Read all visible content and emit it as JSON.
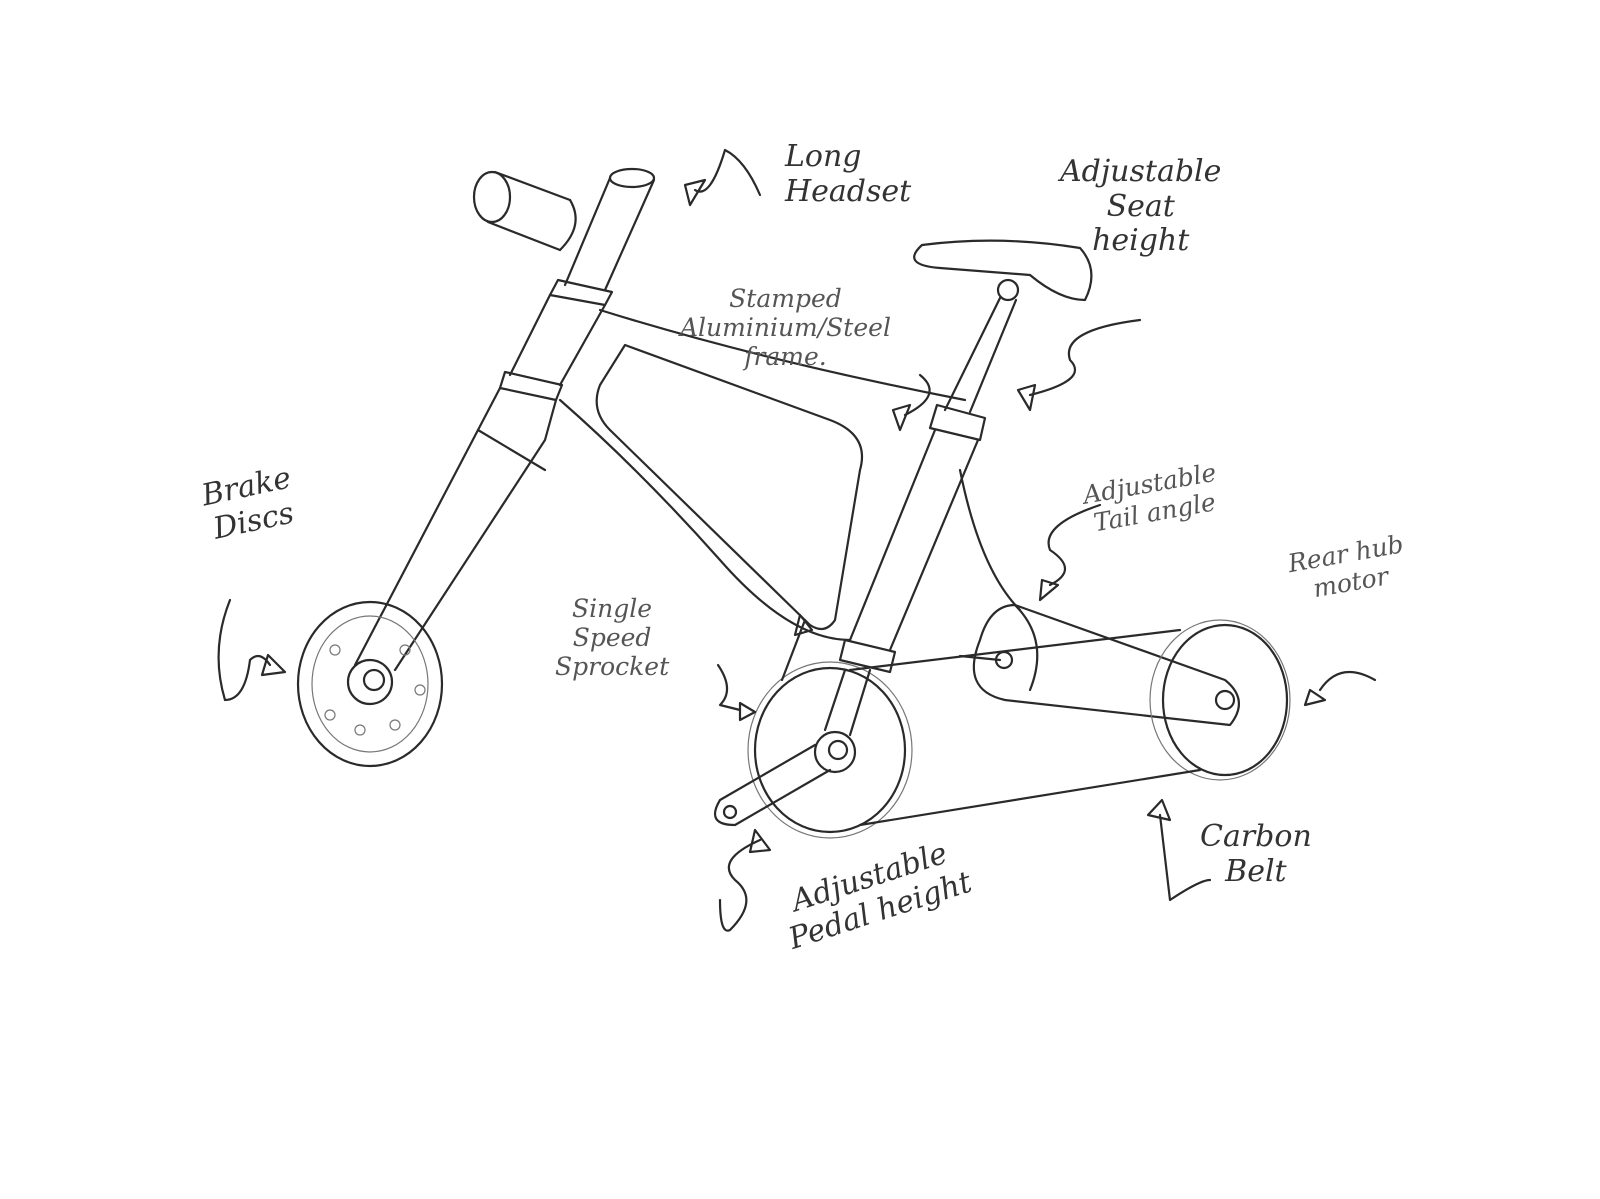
{
  "annotations": {
    "long_headset": [
      "Long",
      "Headset"
    ],
    "adjustable_seat": [
      "Adjustable",
      "Seat",
      "height"
    ],
    "frame": [
      "Stamped",
      "Aluminium/Steel",
      "frame."
    ],
    "brake_discs": [
      "Brake",
      "Discs"
    ],
    "tail_angle": [
      "Adjustable",
      "Tail angle"
    ],
    "rear_hub": [
      "Rear hub",
      "motor"
    ],
    "sprocket": [
      "Single",
      "Speed",
      "Sprocket"
    ],
    "pedal_height": [
      "Adjustable",
      "Pedal height"
    ],
    "carbon_belt": [
      "Carbon",
      "Belt"
    ]
  },
  "colors": {
    "ink": "#2a2a2a",
    "paper": "#ffffff"
  }
}
